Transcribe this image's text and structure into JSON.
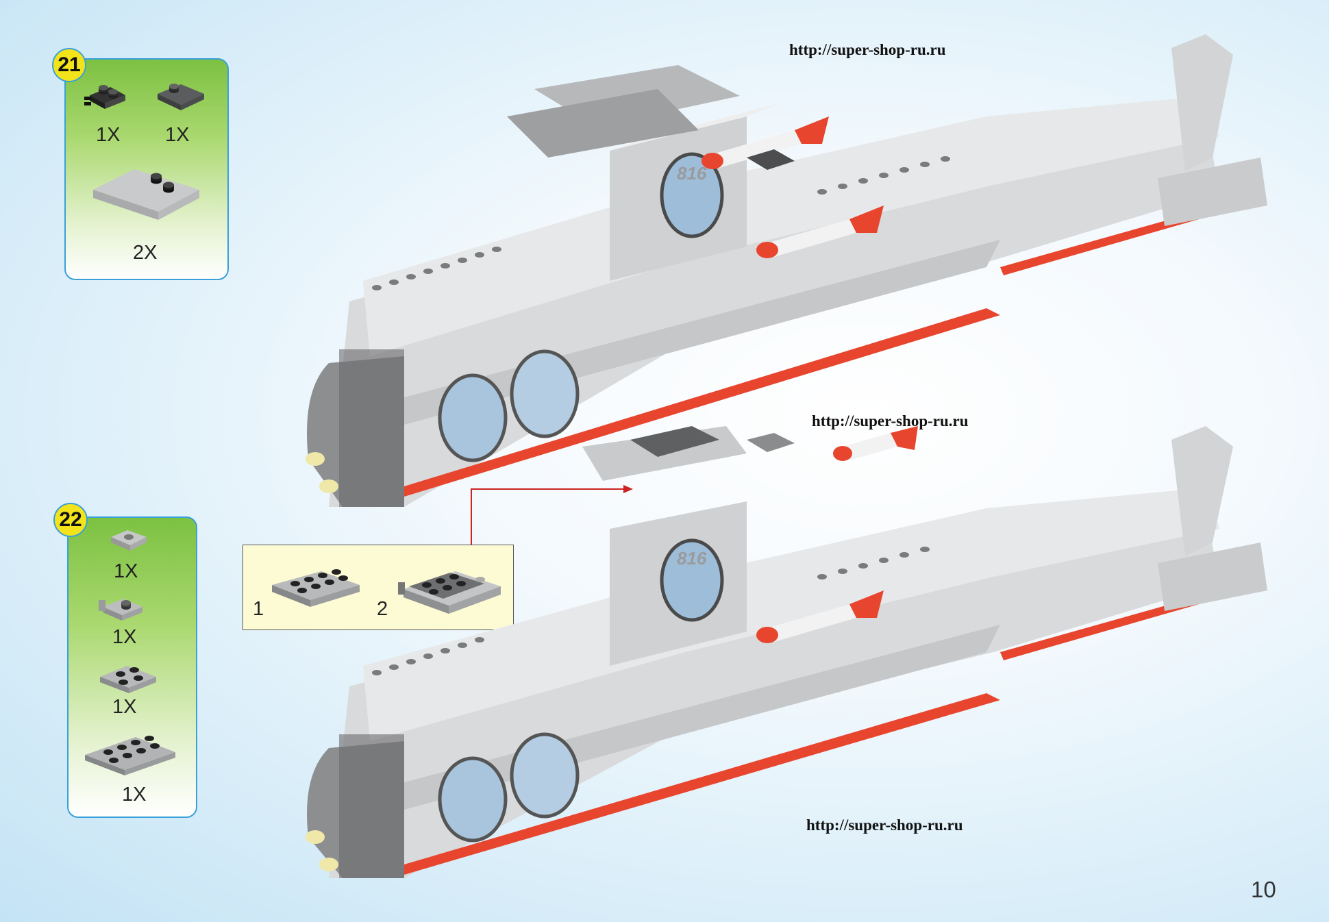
{
  "watermarks": [
    "http://super-shop-ru.ru",
    "http://super-shop-ru.ru",
    "http://super-shop-ru.ru"
  ],
  "steps": [
    {
      "number": "21",
      "quantities": [
        "1X",
        "1X",
        "2X"
      ]
    },
    {
      "number": "22",
      "quantities": [
        "1X",
        "1X",
        "1X",
        "1X"
      ]
    }
  ],
  "callout": {
    "labels": [
      "1",
      "2"
    ]
  },
  "model": {
    "hull_number": "816"
  },
  "page_number": "10",
  "colors": {
    "panel_border": "#3aa0d8",
    "badge": "#f2e31a",
    "panel_green": "#7cc142",
    "callout_bg": "#fdfbd4",
    "hull_stripe": "#e8452f",
    "arrow": "#cc2222"
  }
}
